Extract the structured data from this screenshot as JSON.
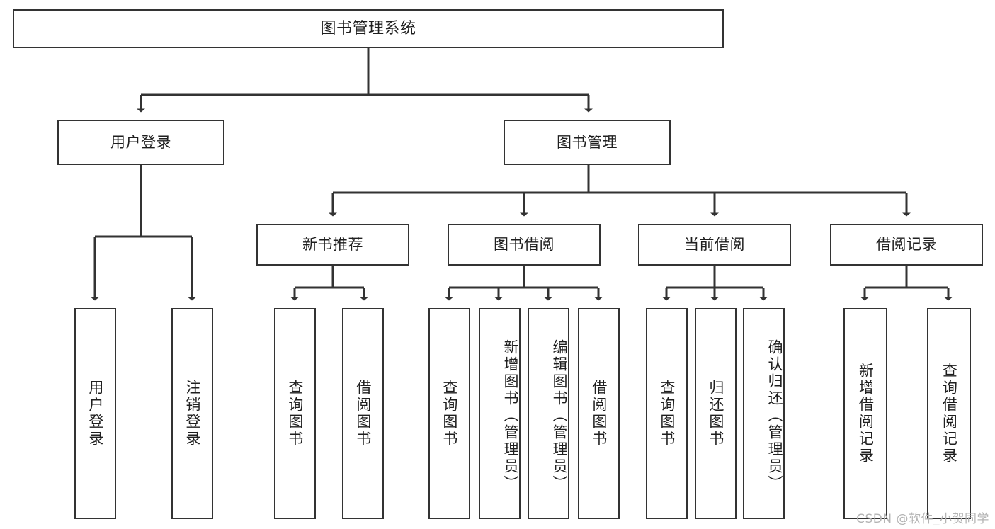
{
  "diagram": {
    "title": "图书管理系统",
    "type": "tree",
    "watermark": "CSDN @软件_小贺同学",
    "levels": {
      "root": {
        "id": "root",
        "label": "图书管理系统"
      },
      "level2": [
        {
          "id": "user-login",
          "label": "用户登录"
        },
        {
          "id": "book-manage",
          "label": "图书管理"
        }
      ],
      "level3": [
        {
          "id": "new-book-recommend",
          "label": "新书推荐",
          "parent": "book-manage"
        },
        {
          "id": "book-borrow",
          "label": "图书借阅",
          "parent": "book-manage"
        },
        {
          "id": "current-borrow",
          "label": "当前借阅",
          "parent": "book-manage"
        },
        {
          "id": "borrow-record",
          "label": "借阅记录",
          "parent": "book-manage"
        }
      ],
      "leaves": [
        {
          "id": "leaf-user-login",
          "label": "用户登录",
          "parent": "user-login"
        },
        {
          "id": "leaf-logout-login",
          "label": "注销登录",
          "parent": "user-login"
        },
        {
          "id": "leaf-query-book-1",
          "label": "查询图书",
          "parent": "new-book-recommend"
        },
        {
          "id": "leaf-borrow-book-1",
          "label": "借阅图书",
          "parent": "new-book-recommend"
        },
        {
          "id": "leaf-query-book-2",
          "label": "查询图书",
          "parent": "book-borrow"
        },
        {
          "id": "leaf-add-book",
          "label": "新增图书（管理员）",
          "parent": "book-borrow"
        },
        {
          "id": "leaf-edit-book",
          "label": "编辑图书（管理员）",
          "parent": "book-borrow"
        },
        {
          "id": "leaf-borrow-book-2",
          "label": "借阅图书",
          "parent": "book-borrow"
        },
        {
          "id": "leaf-query-book-3",
          "label": "查询图书",
          "parent": "current-borrow"
        },
        {
          "id": "leaf-return-book",
          "label": "归还图书",
          "parent": "current-borrow"
        },
        {
          "id": "leaf-confirm-return",
          "label": "确认归还（管理员）",
          "parent": "current-borrow"
        },
        {
          "id": "leaf-add-record",
          "label": "新增借阅记录",
          "parent": "borrow-record"
        },
        {
          "id": "leaf-query-record",
          "label": "查询借阅记录",
          "parent": "borrow-record"
        }
      ]
    },
    "colors": {
      "stroke": "#333333",
      "fill": "#ffffff",
      "text": "#1f1f1f",
      "watermark": "#b4b4b4"
    }
  }
}
